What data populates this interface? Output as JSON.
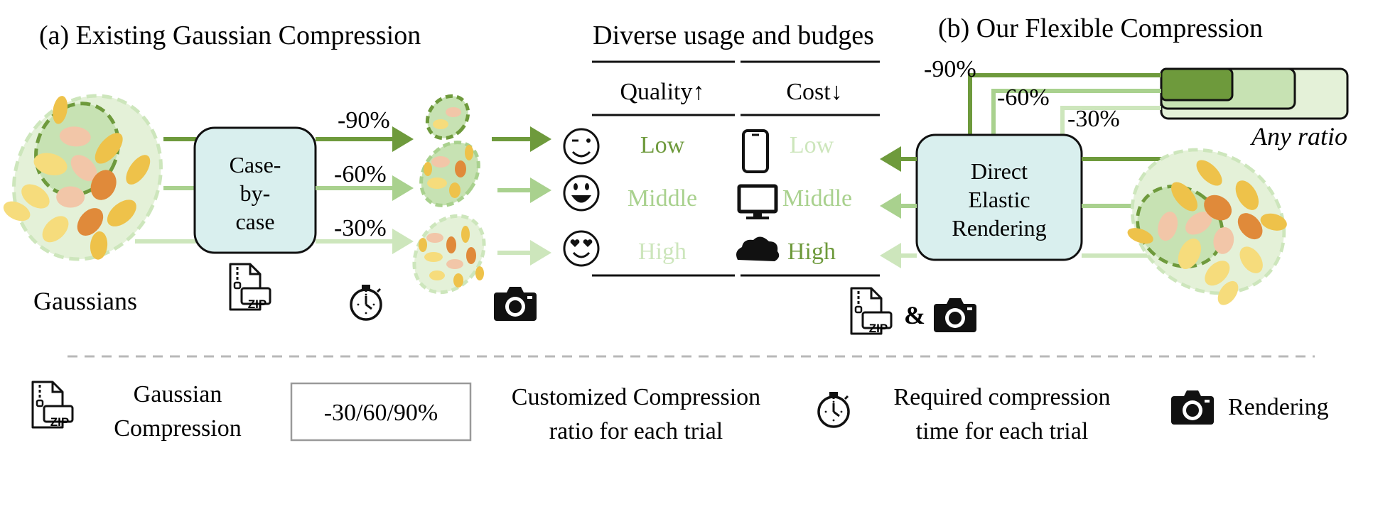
{
  "panel_a": {
    "title": "(a) Existing Gaussian Compression",
    "gaussians_label": "Gaussians",
    "box_lines": [
      "Case-",
      "by-",
      "case"
    ],
    "ratios": [
      "-90%",
      "-60%",
      "-30%"
    ]
  },
  "table": {
    "title": "Diverse usage and budges",
    "header_quality": "Quality↑",
    "header_cost": "Cost↓",
    "rows": [
      {
        "face_icon": "wink-face-icon",
        "quality": "Low",
        "device_icon": "phone-icon",
        "cost": "Low"
      },
      {
        "face_icon": "grin-face-icon",
        "quality": "Middle",
        "device_icon": "monitor-icon",
        "cost": "Middle"
      },
      {
        "face_icon": "heart-eyes-face-icon",
        "quality": "High",
        "device_icon": "cloud-icon",
        "cost": "High"
      }
    ]
  },
  "panel_b": {
    "title": "(b) Our Flexible Compression",
    "box_lines": [
      "Direct",
      "Elastic",
      "Rendering"
    ],
    "ratios": [
      "-90%",
      "-60%",
      "-30%"
    ],
    "any_ratio": "Any ratio",
    "ampersand": "&"
  },
  "legend": {
    "compression_lines": [
      "Gaussian",
      "Compression"
    ],
    "ratio_box": "-30/60/90%",
    "ratio_desc_lines": [
      "Customized Compression",
      "ratio for each trial"
    ],
    "time_desc_lines": [
      "Required compression",
      "time for each trial"
    ],
    "rendering": "Rendering",
    "zip_text": "ZIP"
  },
  "colors": {
    "dark_green": "#6e9a3c",
    "mid_green": "#a9d18e",
    "light_green": "#cde6bc",
    "box_fill": "#d9efee",
    "ellipse_orange": "#e08a3a",
    "ellipse_yellow": "#eec24a",
    "ellipse_pink": "#f2c6a8"
  }
}
